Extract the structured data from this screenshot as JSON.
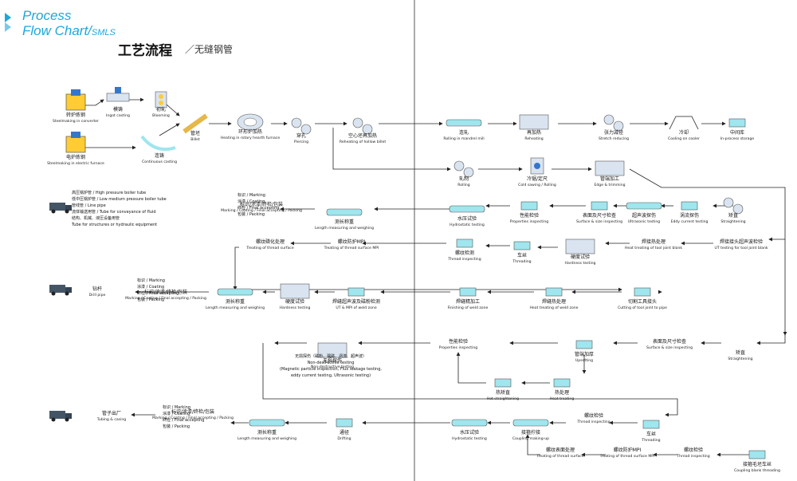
{
  "header": {
    "title_en_line1": "Process",
    "title_en_line2": "Flow Chart/",
    "title_en_suffix": "SMLS",
    "title_cn": "工艺流程",
    "title_cn_sub": "／无缝钢管"
  },
  "colors": {
    "accent": "#1fa7d9",
    "line": "#222222",
    "pipe": "#9fe6ee",
    "machine": "#d9e4f0"
  },
  "nodes": [
    {
      "id": "n1",
      "cn": "转炉炼钢",
      "en": "Steelmaking in converter"
    },
    {
      "id": "n2",
      "cn": "电炉炼钢",
      "en": "Steelmaking in electric furnace"
    },
    {
      "id": "n3",
      "cn": "模铸",
      "en": "Ingot casting"
    },
    {
      "id": "n4",
      "cn": "初轧",
      "en": "Blooming"
    },
    {
      "id": "n5",
      "cn": "连铸",
      "en": "Continuous casting"
    },
    {
      "id": "n6",
      "cn": "管坯",
      "en": "Billet"
    },
    {
      "id": "n7",
      "cn": "环形炉加热",
      "en": "Heating in rotary hearth furnace"
    },
    {
      "id": "n8",
      "cn": "穿孔",
      "en": "Piercing"
    },
    {
      "id": "n9",
      "cn": "空心坯再加热",
      "en": "Reheating of hollow billet"
    },
    {
      "id": "n10",
      "cn": "连轧",
      "en": "Rolling in mandrel mill"
    },
    {
      "id": "n11",
      "cn": "再加热",
      "en": "Reheating"
    },
    {
      "id": "n12",
      "cn": "张力减径",
      "en": "Stretch reducing"
    },
    {
      "id": "n13",
      "cn": "冷却",
      "en": "Cooling on cooler"
    },
    {
      "id": "n14",
      "cn": "中间库",
      "en": "In-process storage"
    },
    {
      "id": "n15",
      "cn": "轧制",
      "en": "Rolling"
    },
    {
      "id": "n16",
      "cn": "冷锯/定尺",
      "en": "Cold sawing / Rolling"
    },
    {
      "id": "n17",
      "cn": "管端加工",
      "en": "Edge & trimming"
    },
    {
      "id": "n18",
      "cn": "矫直",
      "en": "Straightening"
    },
    {
      "id": "n19",
      "cn": "涡流探伤",
      "en": "Eddy current testing"
    },
    {
      "id": "n20",
      "cn": "超声波探伤",
      "en": "Ultrasonic testing"
    },
    {
      "id": "n21",
      "cn": "表面及尺寸检查",
      "en": "Surface & size inspecting"
    },
    {
      "id": "n22",
      "cn": "性能检验",
      "en": "Properties inspecting"
    },
    {
      "id": "n23",
      "cn": "水压试验",
      "en": "Hydrostatic testing"
    },
    {
      "id": "n24",
      "cn": "测长称重",
      "en": "Length measuring and weighing"
    },
    {
      "id": "n25",
      "cn": "标识/涂漆/终检/包装",
      "en": "Marking / Coating / Final accepting / Packing"
    },
    {
      "id": "n26",
      "cn": "螺纹检测",
      "en": "Thread inspecting"
    },
    {
      "id": "n27",
      "cn": "车丝",
      "en": "Threading"
    },
    {
      "id": "n28",
      "cn": "硬度试验",
      "en": "Hardness testing"
    },
    {
      "id": "n29",
      "cn": "焊接热处理",
      "en": "Heat treating of tool joint blank"
    },
    {
      "id": "n30",
      "cn": "焊接接头超声波检验",
      "en": "UT testing for tool joint blank"
    },
    {
      "id": "n31",
      "cn": "螺纹磷化处理",
      "en": "Treating of thread surface"
    },
    {
      "id": "n32",
      "cn": "螺纹防护MPI",
      "en": "Treating of thread surface MPI"
    },
    {
      "id": "n33",
      "cn": "切割工具接头",
      "en": "Cutting of tool joint to pipe"
    },
    {
      "id": "n34",
      "cn": "焊缝热处理",
      "en": "Heat treating of weld zone"
    },
    {
      "id": "n35",
      "cn": "焊缝精加工",
      "en": "Finishing of weld zone"
    },
    {
      "id": "n36",
      "cn": "焊缝超声波及磁粉检测",
      "en": "UT & MPI of weld zone"
    },
    {
      "id": "n37",
      "cn": "硬度试验",
      "en": "Hardness testing"
    },
    {
      "id": "n38",
      "cn": "测长称重",
      "en": "Length measuring and weighing"
    },
    {
      "id": "n39",
      "cn": "标识/涂漆/终检/包装",
      "en": "Marking / Coating / Final accepting / Packing"
    },
    {
      "id": "n40",
      "cn": "钻杆",
      "en": "Drill pipe"
    },
    {
      "id": "n41",
      "cn": "矫直",
      "en": "Straightening"
    },
    {
      "id": "n42",
      "cn": "表面及尺寸检查",
      "en": "Surface & size inspecting"
    },
    {
      "id": "n43",
      "cn": "管端加厚",
      "en": "Upsetting"
    },
    {
      "id": "n44",
      "cn": "热处理",
      "en": "Heat treating"
    },
    {
      "id": "n45",
      "cn": "热矫直",
      "en": "Hot straightening"
    },
    {
      "id": "n46",
      "cn": "性能检验",
      "en": "Properties inspecting"
    },
    {
      "id": "n47",
      "cn": "无损探伤",
      "en": "Non-destructive testing"
    },
    {
      "id": "n48",
      "cn": "车丝",
      "en": "Threading"
    },
    {
      "id": "n49",
      "cn": "螺纹检验",
      "en": "Thread inspecting"
    },
    {
      "id": "n50",
      "cn": "接箍拧接",
      "en": "Coupling making-up"
    },
    {
      "id": "n51",
      "cn": "水压试验",
      "en": "Hydrostatic testing"
    },
    {
      "id": "n52",
      "cn": "通径",
      "en": "Drifting"
    },
    {
      "id": "n53",
      "cn": "测长称重",
      "en": "Length measuring and weighing"
    },
    {
      "id": "n54",
      "cn": "标识/涂漆/终检/包装",
      "en": "Marking / Coating / Final accepting / Packing"
    },
    {
      "id": "n55",
      "cn": "管子出厂",
      "en": "Tubing & casing"
    },
    {
      "id": "n56",
      "cn": "接箍毛坯车丝",
      "en": "Coupling blank threading"
    },
    {
      "id": "n57",
      "cn": "螺纹检验",
      "en": "Thread inspecting"
    },
    {
      "id": "n58",
      "cn": "螺纹防护MPI",
      "en": "Treating of thread surface MPI"
    },
    {
      "id": "n59",
      "cn": "螺纹表面处理",
      "en": "Treating of thread surface"
    }
  ],
  "products": {
    "lines": [
      "高压锅炉管 / High pressure boiler tube",
      "低中压锅炉管 / Low medium pressure boiler tube",
      "管线管 / Line pipe",
      "流体输送用管 / Tube for conveyance of fluid",
      "结构、机械、液压设备用管",
      "Tube for structures or hydraulic equipment"
    ]
  },
  "side_notes": {
    "row2": [
      "标识 / Marking",
      "涂漆 / Coating",
      "终检 / Final accepting",
      "包装 / Packing"
    ],
    "ndt_lines": [
      "无损探伤（磁粉、漏磁、涡流、超声波）",
      "Non-destructive testing",
      "(Magnetic particle inspection, Flux leakage testing,",
      "eddy current testing, Ultrasonic testing)"
    ]
  }
}
